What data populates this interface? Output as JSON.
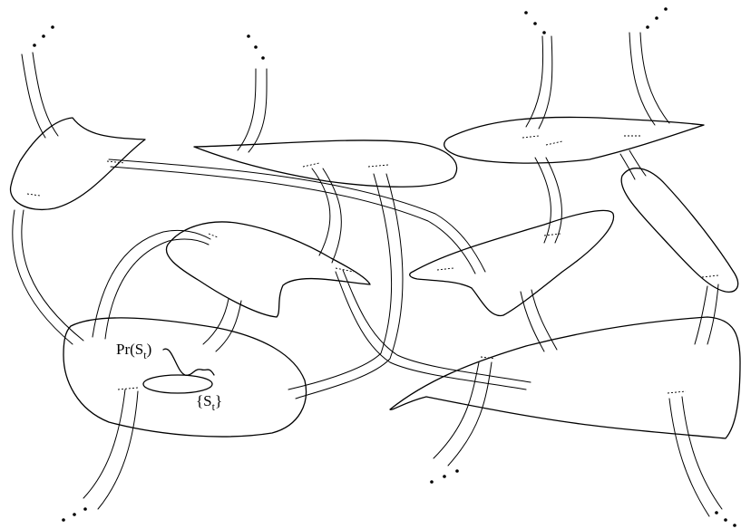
{
  "labels": {
    "projection": {
      "pre": "Pr(S",
      "sub": "t",
      "post": ")"
    },
    "slice": {
      "pre": "{S",
      "sub": "t",
      "post": "}"
    }
  },
  "dots_symbol": "..."
}
